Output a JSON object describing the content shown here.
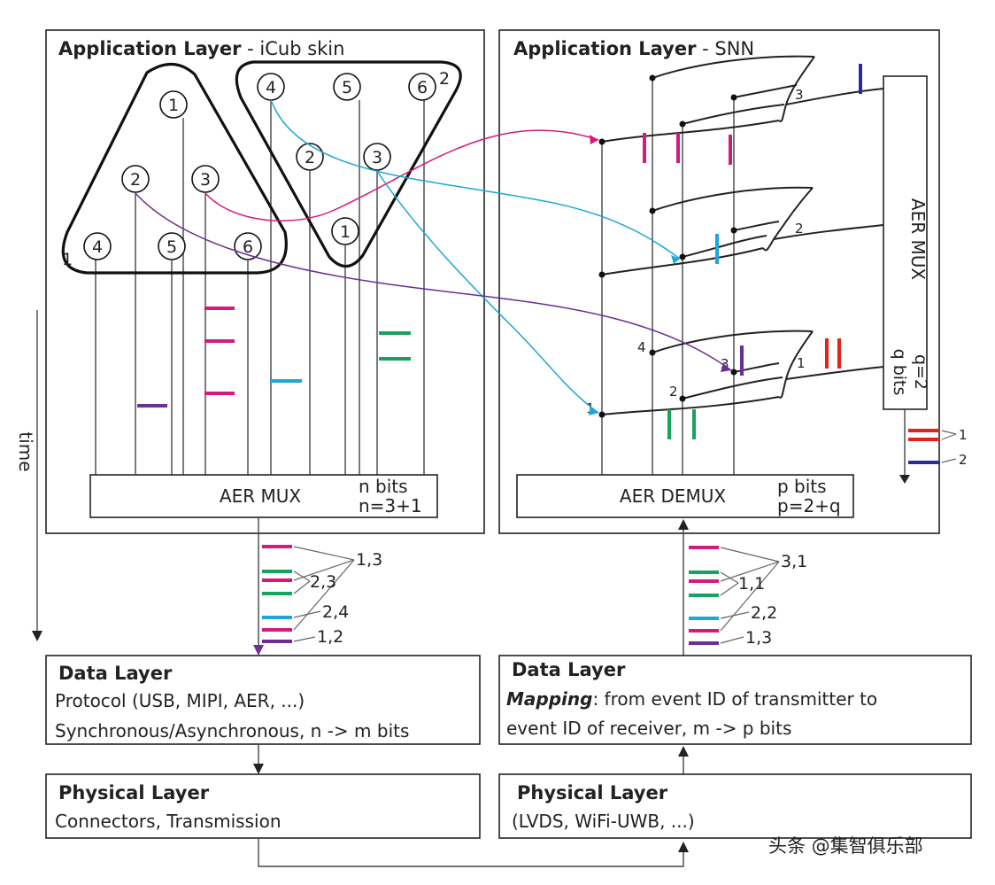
{
  "left": {
    "title_bold": "Application Layer",
    "title_rest": " - iCub skin",
    "patch1_id": "1",
    "patch2_id": "2",
    "patch1_taxels": [
      "1",
      "2",
      "3",
      "4",
      "5",
      "6"
    ],
    "patch2_taxels": [
      "4",
      "5",
      "6",
      "2",
      "3",
      "1"
    ],
    "mux_label": "AER MUX",
    "mux_bits": "n bits",
    "mux_formula": "n=3+1"
  },
  "right": {
    "title_bold": "Application Layer",
    "title_rest": " - SNN",
    "neuron_labels": [
      "3",
      "2",
      "4",
      "3",
      "1",
      "2",
      "1"
    ],
    "vmux_label": "AER MUX",
    "q_bits": "q bits",
    "q_formula": "q=2",
    "out_labels": [
      "1",
      "2"
    ],
    "demux_label": "AER DEMUX",
    "demux_bits": "p bits",
    "demux_formula": "p=2+q"
  },
  "time_label": "time",
  "left_stream_labels": [
    "1,3",
    "2,3",
    "2,4",
    "1,2"
  ],
  "right_stream_labels": [
    "3,1",
    "1,1",
    "2,2",
    "1,3"
  ],
  "data_left": {
    "title": "Data Layer",
    "line1": "Protocol (USB, MIPI, AER, ...)",
    "line2": "Synchronous/Asynchronous, n -> m bits"
  },
  "data_right": {
    "title": "Data Layer",
    "line1_em": "Mapping",
    "line1_rest": ": from event ID of transmitter to",
    "line2": "event ID of receiver, m -> p bits"
  },
  "phys_left": {
    "title": "Physical Layer",
    "line1": "Connectors, Transmission"
  },
  "phys_right": {
    "title": "Physical Layer",
    "line1": "(LVDS, WiFi-UWB, ...)"
  },
  "watermark": "头条 @集智俱乐部",
  "colors": {
    "magenta": "#d6197d",
    "cyan": "#1ea6d6",
    "green": "#17a35f",
    "purple": "#6b2f96",
    "red": "#e2231a",
    "blue": "#2a2a9c",
    "ink": "#222222"
  }
}
